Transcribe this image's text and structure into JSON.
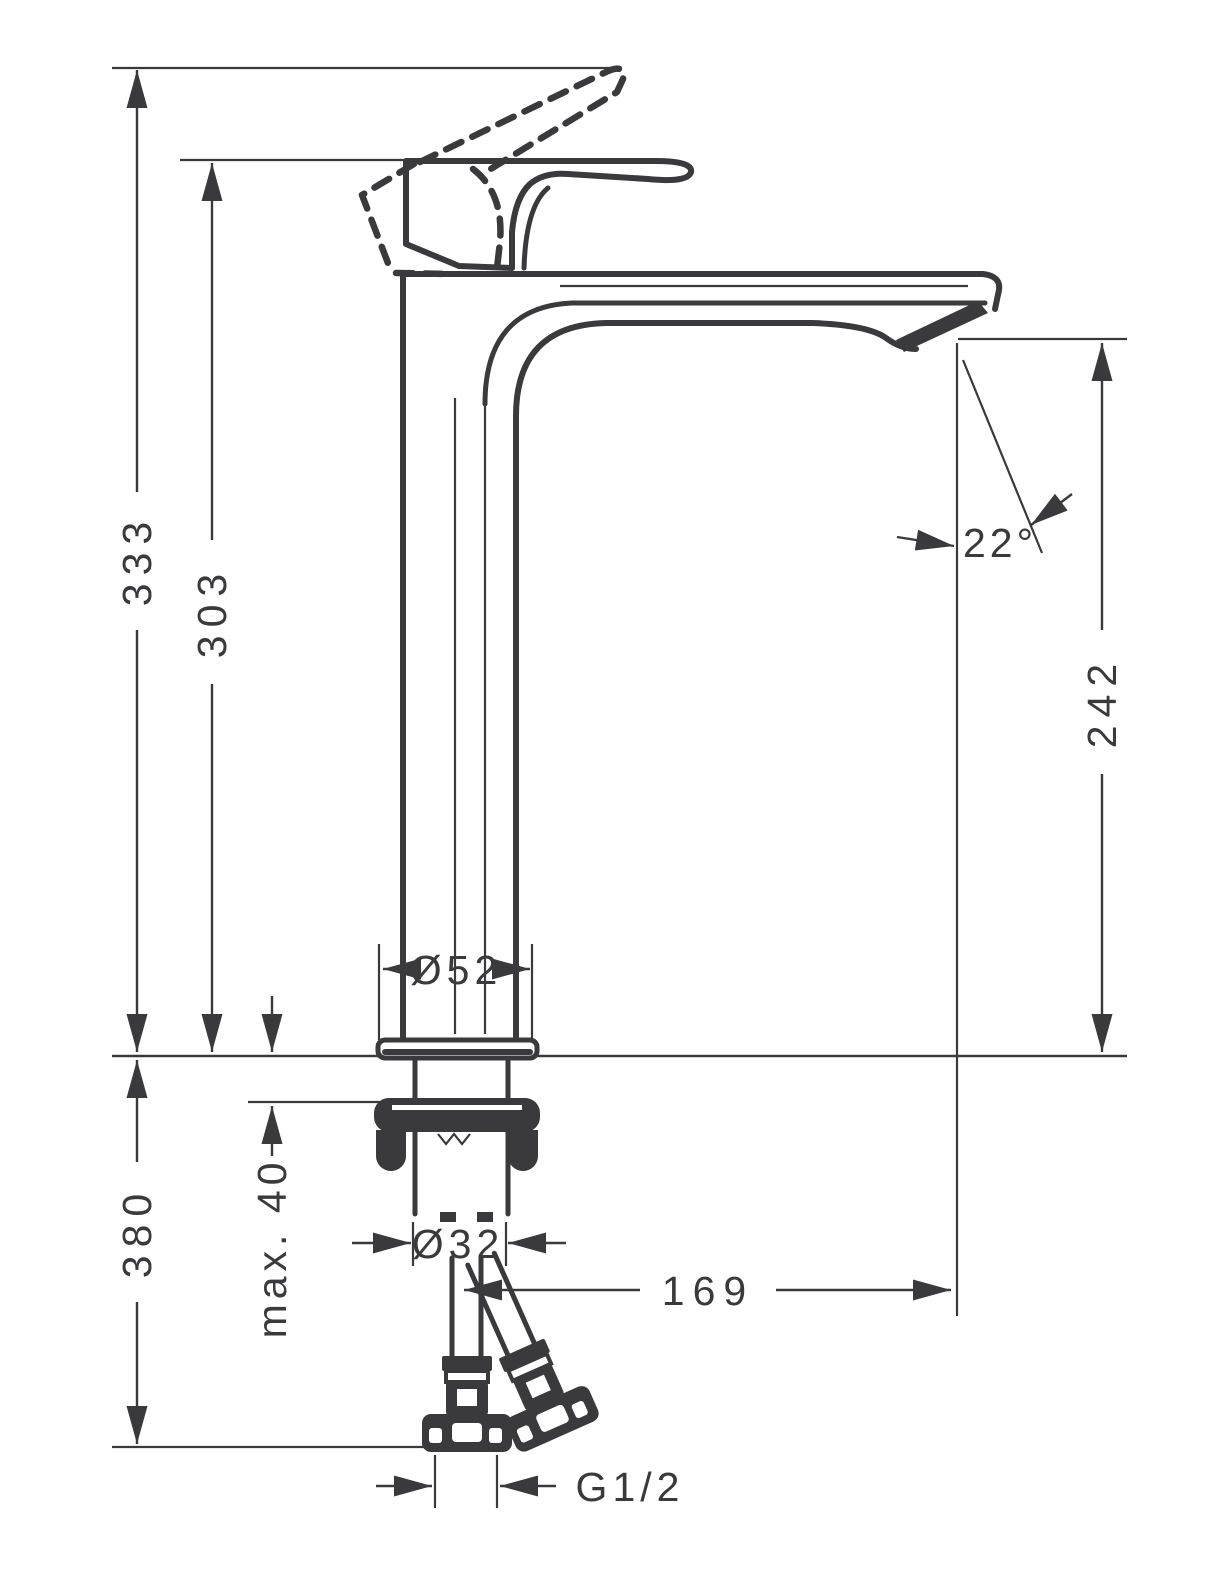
{
  "drawing": {
    "colors": {
      "ink": "#3a3a3c",
      "background": "#ffffff"
    },
    "dimensions": {
      "overall_height": {
        "label": "333"
      },
      "body_height": {
        "label": "303"
      },
      "outlet_height": {
        "label": "242"
      },
      "spout_angle": {
        "label": "22°"
      },
      "base_diameter": {
        "label": "Ø52"
      },
      "max_counter_thickness": {
        "label": "max. 40"
      },
      "hose_drop": {
        "label": "380"
      },
      "shank_diameter": {
        "label": "Ø32"
      },
      "spout_reach": {
        "label": "169"
      },
      "connection_thread": {
        "label": "G1/2"
      }
    }
  }
}
